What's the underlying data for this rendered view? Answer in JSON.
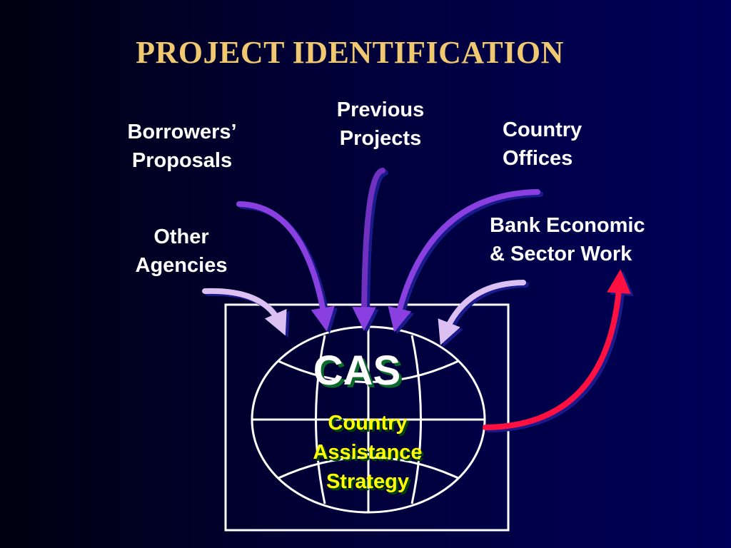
{
  "title": "PROJECT IDENTIFICATION",
  "sources": {
    "borrowers": [
      "Borrowers’",
      "Proposals"
    ],
    "previous": [
      "Previous",
      "Projects"
    ],
    "country_offices": [
      "Country",
      "Offices"
    ],
    "other_agencies": [
      "Other",
      "Agencies"
    ],
    "bank_work": [
      "Bank Economic",
      "& Sector Work"
    ]
  },
  "center": {
    "abbr": "CAS",
    "full": [
      "Country",
      "Assistance",
      "Strategy"
    ]
  },
  "colors": {
    "background": "#00005a",
    "title": "#f0c870",
    "arrow_purple": "#8a3fe0",
    "arrow_lavender": "#d8b8f0",
    "arrow_red": "#ff1040",
    "cas_shadow": "#0a6a2a",
    "strategy_text": "#ffff00"
  }
}
